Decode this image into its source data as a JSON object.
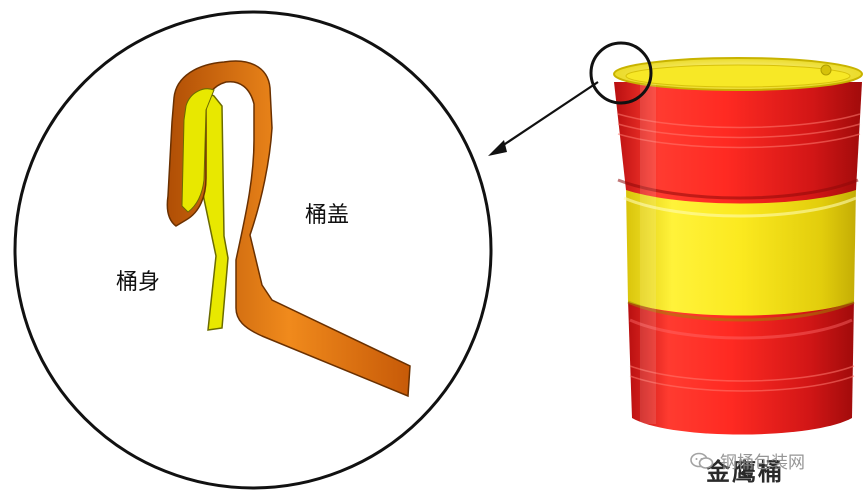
{
  "labels": {
    "lid": "桶盖",
    "body": "桶身",
    "drum_name": "金鹰桶"
  },
  "watermark": {
    "text": "钢桶包装网",
    "icon": "wechat-icon"
  },
  "colors": {
    "drum_red": "#e8231f",
    "drum_yellow": "#f3e21c",
    "lid_orange": "#e06d0c",
    "body_yellow": "#e8e800",
    "outline": "#111111"
  }
}
